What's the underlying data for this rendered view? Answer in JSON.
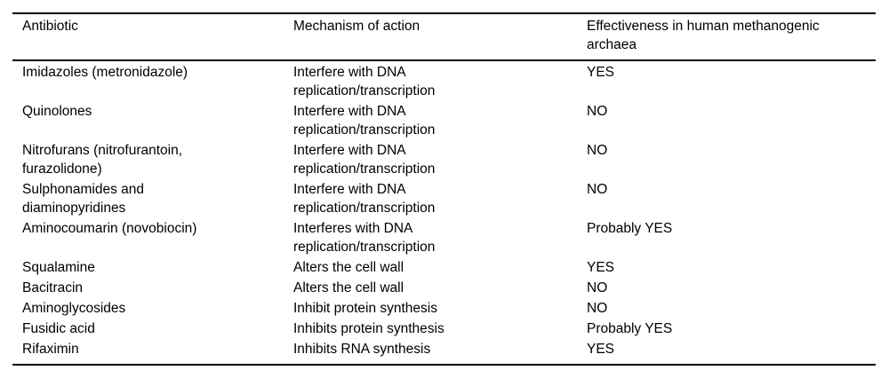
{
  "table": {
    "columns": [
      {
        "label": "Antibiotic"
      },
      {
        "label": "Mechanism of action"
      },
      {
        "label": "Effectiveness in human methanogenic\narchaea"
      }
    ],
    "rows": [
      {
        "antibiotic": "Imidazoles (metronidazole)",
        "mechanism": "Interfere with DNA\nreplication/transcription",
        "effectiveness": "YES"
      },
      {
        "antibiotic": "Quinolones",
        "mechanism": "Interfere with DNA\nreplication/transcription",
        "effectiveness": "NO"
      },
      {
        "antibiotic": "Nitrofurans (nitrofurantoin,\nfurazolidone)",
        "mechanism": "Interfere with DNA\nreplication/transcription",
        "effectiveness": "NO"
      },
      {
        "antibiotic": "Sulphonamides and\ndiaminopyridines",
        "mechanism": "Interfere with DNA\nreplication/transcription",
        "effectiveness": "NO"
      },
      {
        "antibiotic": "Aminocoumarin (novobiocin)",
        "mechanism": "Interferes with DNA\nreplication/transcription",
        "effectiveness": "Probably YES"
      },
      {
        "antibiotic": "Squalamine",
        "mechanism": "Alters the cell wall",
        "effectiveness": "YES"
      },
      {
        "antibiotic": "Bacitracin",
        "mechanism": "Alters the cell wall",
        "effectiveness": "NO"
      },
      {
        "antibiotic": "Aminoglycosides",
        "mechanism": "Inhibit protein synthesis",
        "effectiveness": "NO"
      },
      {
        "antibiotic": "Fusidic acid",
        "mechanism": "Inhibits protein synthesis",
        "effectiveness": "Probably YES"
      },
      {
        "antibiotic": "Rifaximin",
        "mechanism": "Inhibits RNA synthesis",
        "effectiveness": "YES"
      }
    ]
  },
  "colors": {
    "text": "#000000",
    "rule": "#000000",
    "background": "#ffffff"
  }
}
